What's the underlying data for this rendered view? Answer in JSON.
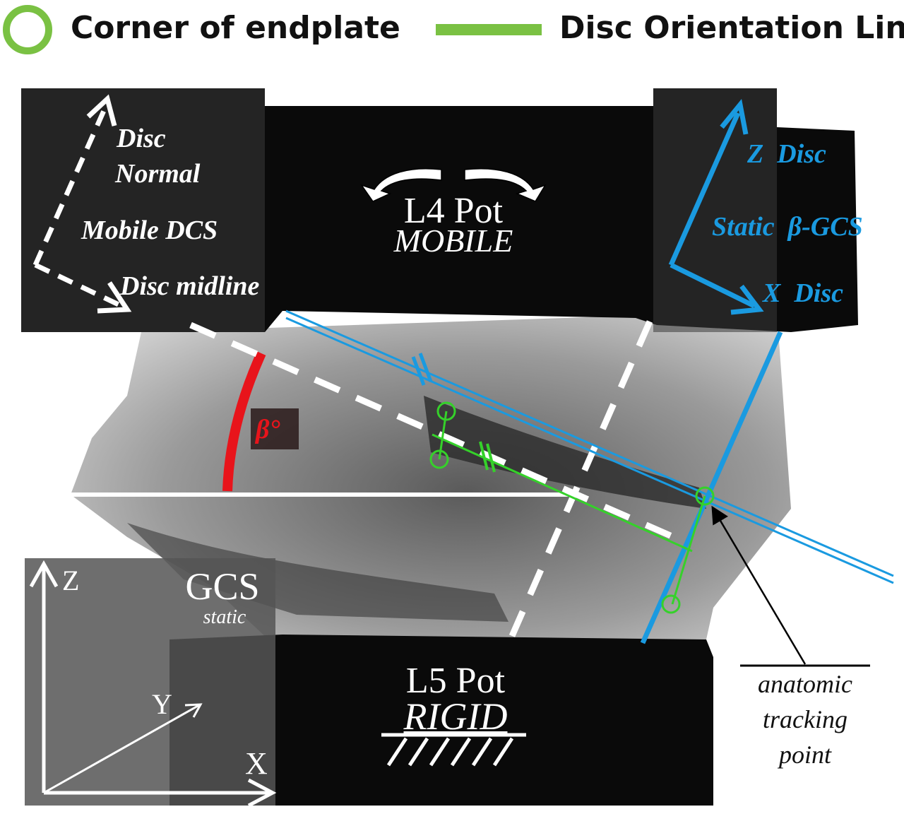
{
  "legend": {
    "corner_label": "Corner of endplate",
    "lines_label": "Disc Orientation Lines"
  },
  "mobile_dcs": {
    "normal_label_1": "Disc",
    "normal_label_2": "Normal",
    "system_label": "Mobile DCS",
    "midline_label": "Disc midline"
  },
  "static_gcs": {
    "z_label": "Z  Disc",
    "system_label": "Static  β-GCS",
    "x_label": "X  Disc"
  },
  "pots": {
    "l4_name": "L4 Pot",
    "l4_state": "MOBILE",
    "l5_name": "L5 Pot",
    "l5_state": "RIGID"
  },
  "angle_label": "β°",
  "gcs": {
    "title": "GCS",
    "subtitle": "static",
    "z": "Z",
    "y": "Y",
    "x": "X"
  },
  "tracking": {
    "line1": "anatomic",
    "line2": "tracking",
    "line3": "point"
  },
  "colors": {
    "green": "#7ac143",
    "blue": "#1a9ae0",
    "red": "#e8141b",
    "pot": "#0a0a0a"
  }
}
